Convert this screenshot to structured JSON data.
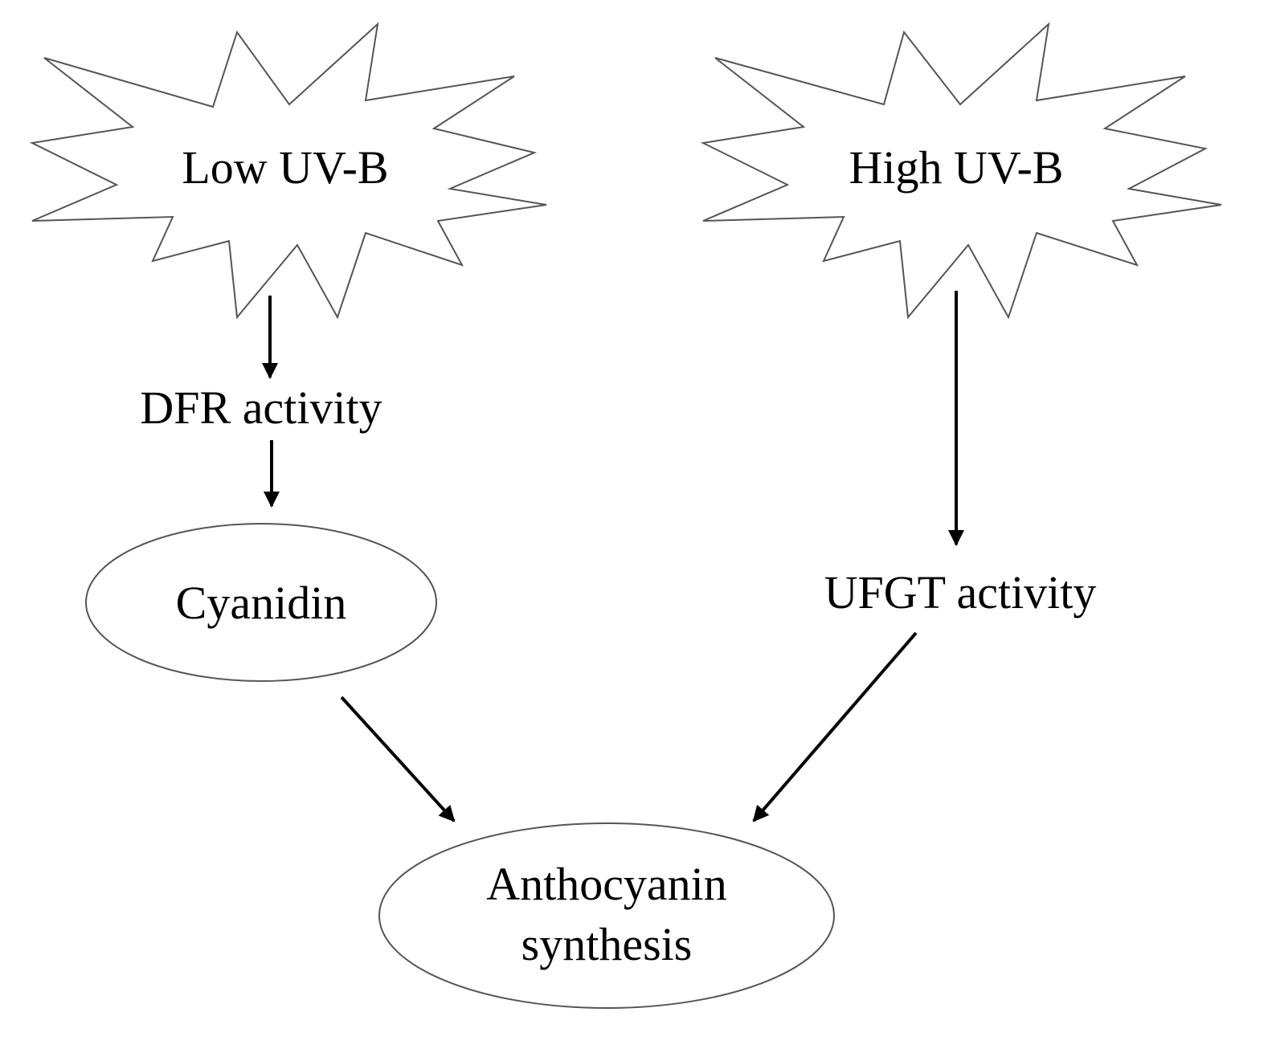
{
  "nodes": {
    "low_uvb": {
      "label": "Low UV-B",
      "shape": "starburst"
    },
    "high_uvb": {
      "label": "High UV-B",
      "shape": "starburst"
    },
    "dfr": {
      "label": "DFR activity",
      "shape": "text"
    },
    "cyanidin": {
      "label": "Cyanidin",
      "shape": "ellipse"
    },
    "ufgt": {
      "label": "UFGT activity",
      "shape": "text"
    },
    "anthocyanin": {
      "lines": [
        "Anthocyanin",
        "synthesis"
      ],
      "shape": "ellipse"
    }
  },
  "edges": [
    {
      "from": "low_uvb",
      "to": "dfr"
    },
    {
      "from": "dfr",
      "to": "cyanidin"
    },
    {
      "from": "cyanidin",
      "to": "anthocyanin"
    },
    {
      "from": "high_uvb",
      "to": "ufgt"
    },
    {
      "from": "ufgt",
      "to": "anthocyanin"
    }
  ],
  "colors": {
    "stroke": "#555555",
    "arrow": "#000000",
    "text": "#000000",
    "background": "#ffffff"
  }
}
